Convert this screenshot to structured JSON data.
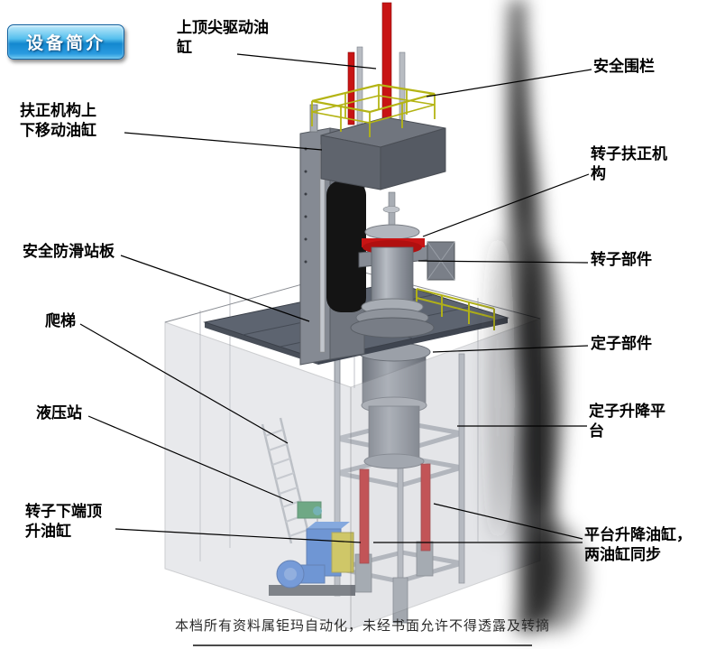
{
  "page": {
    "title_badge": "设备简介",
    "footer": "本档所有资料属钜玛自动化，未经书面允许不得透露及转摘"
  },
  "labels": [
    {
      "name": "top-drive-cylinder",
      "text": "上顶尖驱动油\n缸"
    },
    {
      "name": "safety-fence",
      "text": "安全围栏"
    },
    {
      "name": "centering-move-cylinder",
      "text": "扶正机构上\n下移动油缸"
    },
    {
      "name": "rotor-centering-mechanism",
      "text": "转子扶正机\n构"
    },
    {
      "name": "anti-slip-standing-plate",
      "text": "安全防滑站板"
    },
    {
      "name": "rotor-component",
      "text": "转子部件"
    },
    {
      "name": "ladder",
      "text": "爬梯"
    },
    {
      "name": "stator-component",
      "text": "定子部件"
    },
    {
      "name": "hydraulic-station",
      "text": "液压站"
    },
    {
      "name": "stator-lift-platform",
      "text": "定子升降平\n台"
    },
    {
      "name": "rotor-bottom-jack-cylinder",
      "text": "转子下端顶\n升油缸"
    },
    {
      "name": "platform-lift-cylinders",
      "text": "平台升降油缸，\n两油缸同步"
    }
  ],
  "colors": {
    "badge_blue": "#1488cf",
    "cylinder_red": "#c81414",
    "railing_yellow": "#b4b414",
    "machine_gray": "#8a8f99",
    "platform_gray": "#5d6470",
    "hydraulic_blue": "#2f6fd6",
    "hydraulic_yellow": "#d4c41c"
  }
}
